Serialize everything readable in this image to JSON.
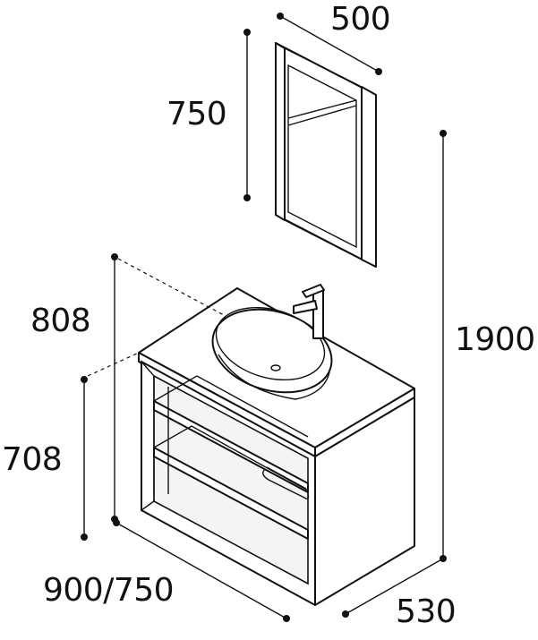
{
  "dimensions": {
    "mirror_width": "500",
    "mirror_height": "750",
    "total_height": "1900",
    "counter_height": "808",
    "cabinet_height": "708",
    "cabinet_width": "900/750",
    "cabinet_depth": "530"
  },
  "colors": {
    "line": "#111111",
    "background": "#ffffff"
  }
}
